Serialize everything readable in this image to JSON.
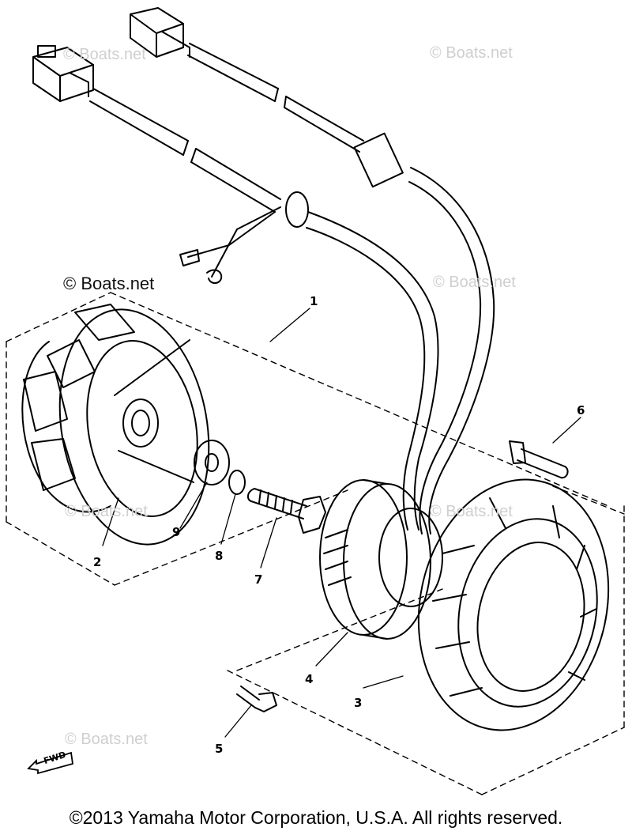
{
  "diagram": {
    "watermarks": [
      "© Boats.net",
      "© Boats.net",
      "© Boats.net",
      "© Boats.net",
      "© Boats.net",
      "© Boats.net",
      "© Boats.net"
    ],
    "callouts": [
      "1",
      "2",
      "3",
      "4",
      "5",
      "6",
      "7",
      "8",
      "9"
    ],
    "fwd_label": "FWD",
    "copyright": "©2013 Yamaha Motor Corporation, U.S.A. All rights reserved."
  }
}
